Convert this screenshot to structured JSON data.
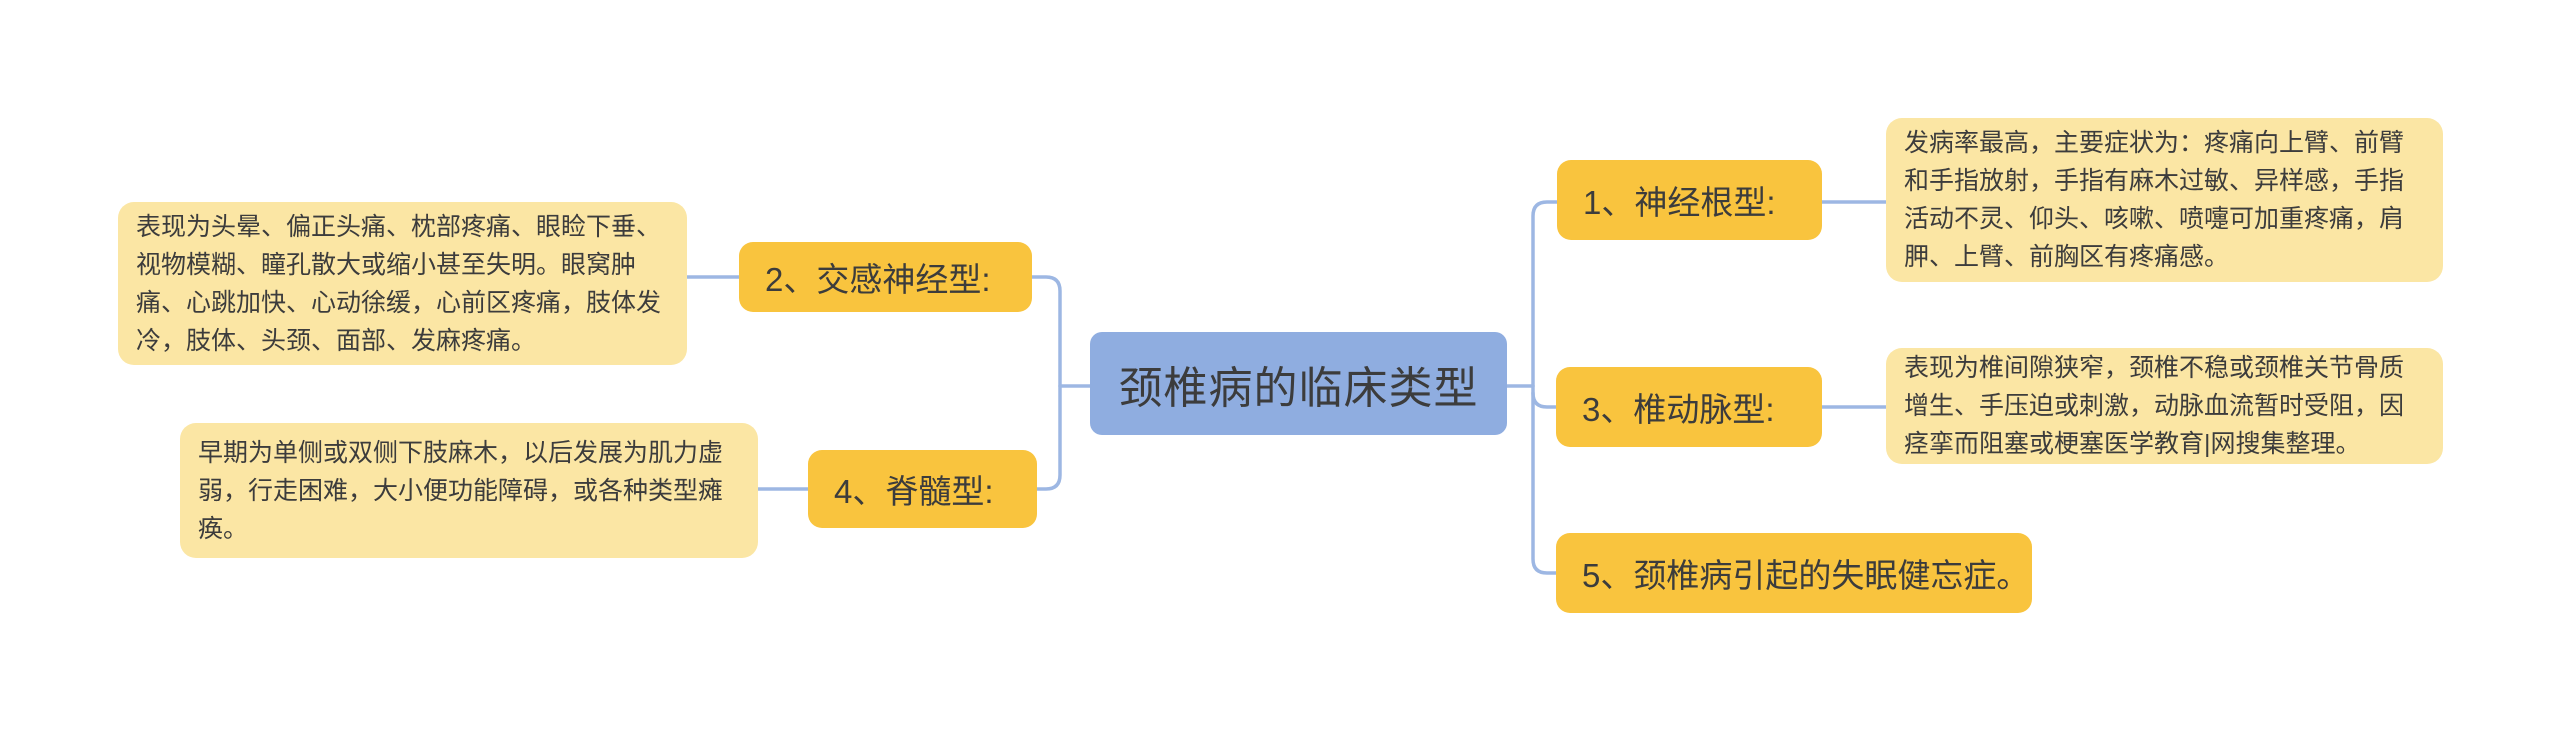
{
  "root": {
    "label": "颈椎病的临床类型"
  },
  "branches": [
    {
      "label": "1、神经根型:",
      "detail": "发病率最高，主要症状为：疼痛向上臂、前臂和手指放射，手指有麻木过敏、异样感，手指活动不灵、仰头、咳嗽、喷嚏可加重疼痛，肩胛、上臂、前胸区有疼痛感。",
      "side": "right"
    },
    {
      "label": "2、交感神经型:",
      "detail": "表现为头晕、偏正头痛、枕部疼痛、眼睑下垂、视物模糊、瞳孔散大或缩小甚至失明。眼窝肿痛、心跳加快、心动徐缓，心前区疼痛，肢体发冷，肢体、头颈、面部、发麻疼痛。",
      "side": "left"
    },
    {
      "label": "3、椎动脉型:",
      "detail": "表现为椎间隙狭窄，颈椎不稳或颈椎关节骨质增生、手压迫或刺激，动脉血流暂时受阻，因痉挛而阻塞或梗塞医学教育|网搜集整理。",
      "side": "right"
    },
    {
      "label": "4、脊髓型:",
      "detail": "早期为单侧或双侧下肢麻木，以后发展为肌力虚弱，行走困难，大小便功能障碍，或各种类型瘫痪。",
      "side": "left"
    },
    {
      "label": "5、颈椎病引起的失眠健忘症。",
      "detail": null,
      "side": "right"
    }
  ],
  "colors": {
    "root_bg": "#8fade0",
    "label_bg": "#f9c43e",
    "detail_bg": "#fbe6a4",
    "line_color": "#9db7e3",
    "text_color": "#3c3c3c"
  }
}
